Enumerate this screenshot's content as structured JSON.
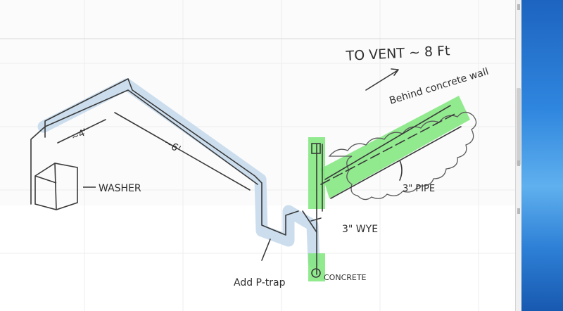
{
  "sketch": {
    "label_to_vent": "TO VENT ~ 8 Ft",
    "label_behind_wall": "Behind concrete wall",
    "label_dim_4": "~4'",
    "label_dim_6": "~6'",
    "label_washer": "WASHER",
    "label_pipe": "3\" PIPE",
    "label_wye": "3\" WYE",
    "label_ptrap": "Add P-trap",
    "label_concrete": "CONCRETE"
  },
  "colors": {
    "highlight_green": "#7ee67a",
    "highlight_blue": "#c7daec",
    "pencil": "#3a3a3a"
  },
  "icons": {
    "scroll_up": "chevron-up-icon",
    "scroll_down": "chevron-down-icon"
  }
}
